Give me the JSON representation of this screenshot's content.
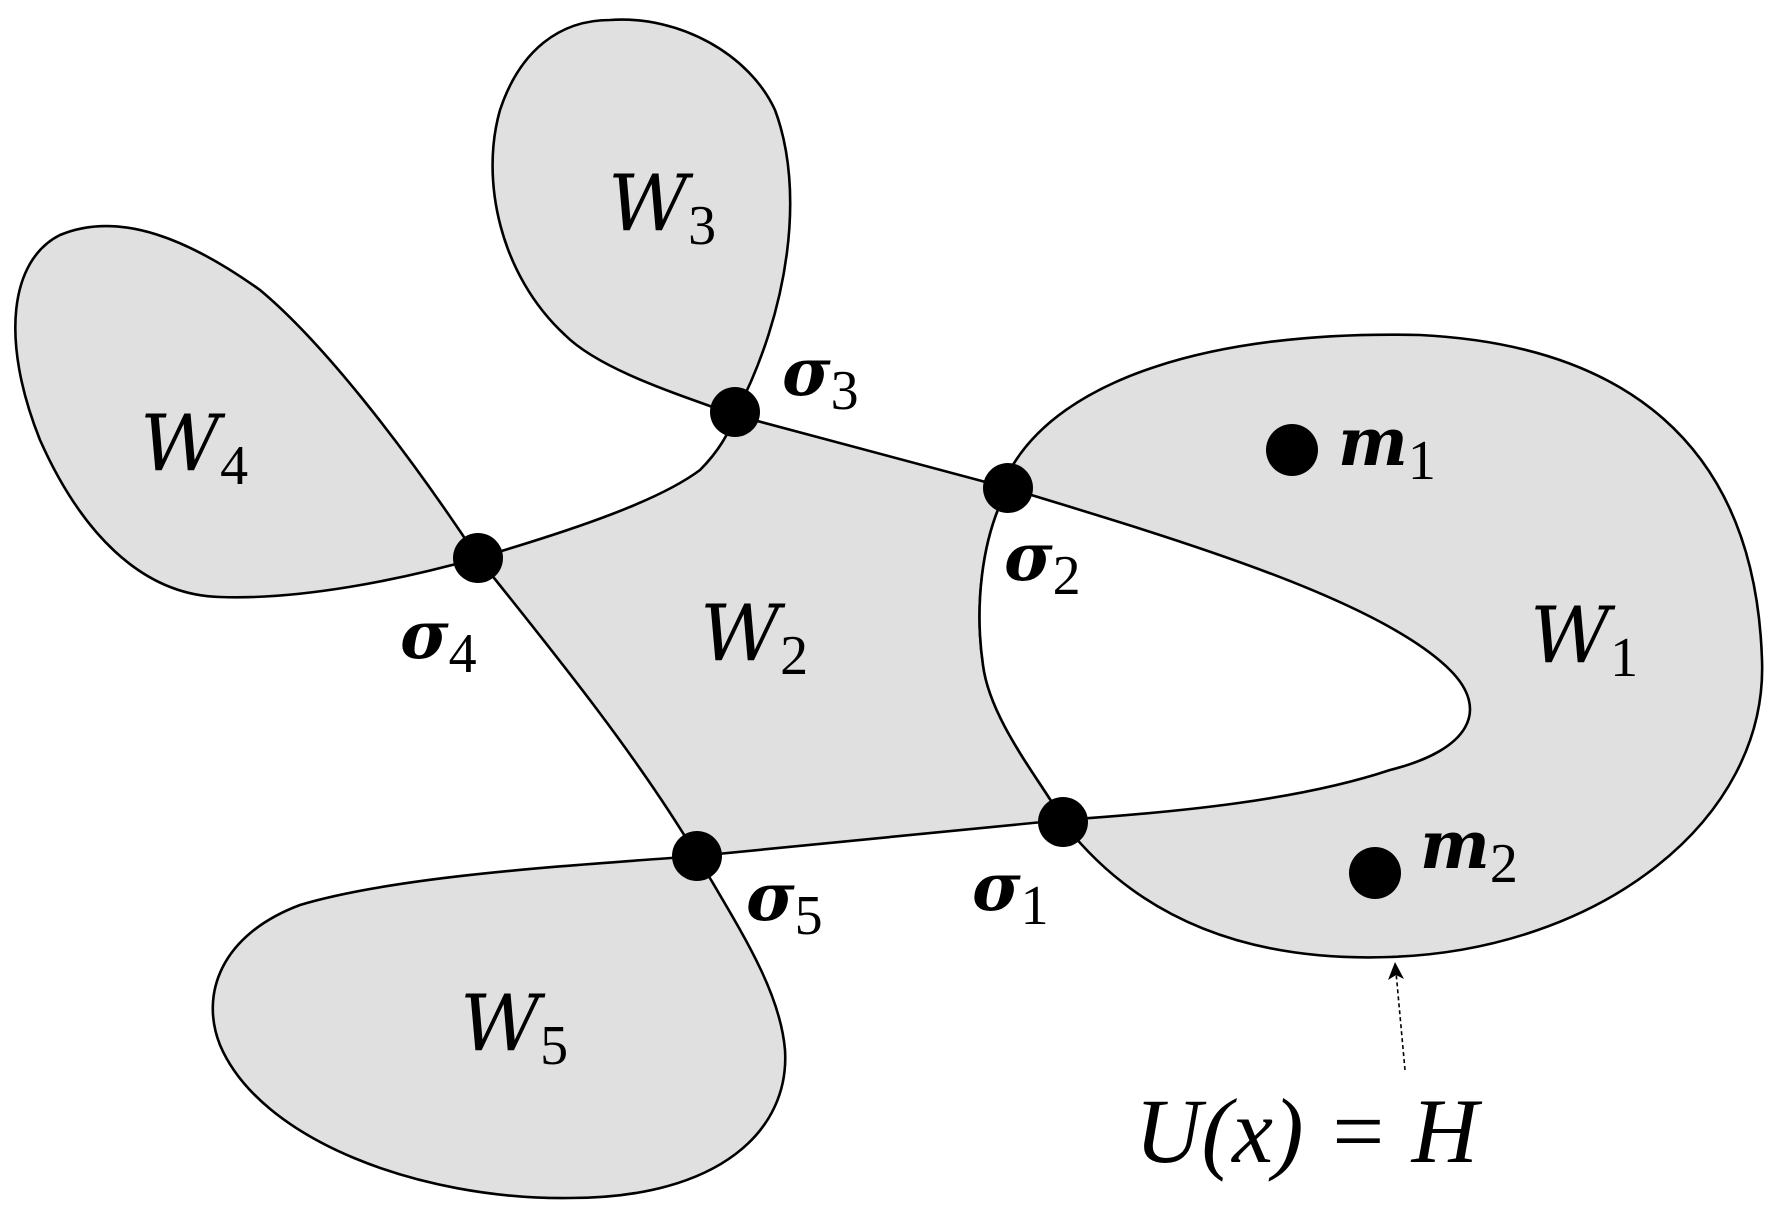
{
  "regions": [
    {
      "name": "W",
      "sub": "1"
    },
    {
      "name": "W",
      "sub": "2"
    },
    {
      "name": "W",
      "sub": "3"
    },
    {
      "name": "W",
      "sub": "4"
    },
    {
      "name": "W",
      "sub": "5"
    }
  ],
  "saddles": [
    {
      "symbol": "σ",
      "sub": "1"
    },
    {
      "symbol": "σ",
      "sub": "2"
    },
    {
      "symbol": "σ",
      "sub": "3"
    },
    {
      "symbol": "σ",
      "sub": "4"
    },
    {
      "symbol": "σ",
      "sub": "5"
    }
  ],
  "minima": [
    {
      "symbol": "m",
      "sub": "1"
    },
    {
      "symbol": "m",
      "sub": "2"
    }
  ],
  "level_set_label": "U(x) = H"
}
